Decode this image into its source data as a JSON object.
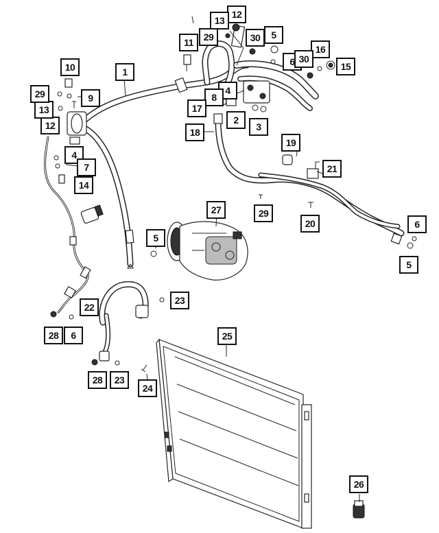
{
  "diagram": {
    "callouts": [
      {
        "id": "c1",
        "label": "1"
      },
      {
        "id": "c2",
        "label": "2"
      },
      {
        "id": "c3",
        "label": "3"
      },
      {
        "id": "c4a",
        "label": "4"
      },
      {
        "id": "c4b",
        "label": "4"
      },
      {
        "id": "c5a",
        "label": "5"
      },
      {
        "id": "c5b",
        "label": "5"
      },
      {
        "id": "c5c",
        "label": "5"
      },
      {
        "id": "c6a",
        "label": "6"
      },
      {
        "id": "c6b",
        "label": "6"
      },
      {
        "id": "c6c",
        "label": "6"
      },
      {
        "id": "c7",
        "label": "7"
      },
      {
        "id": "c8",
        "label": "8"
      },
      {
        "id": "c9",
        "label": "9"
      },
      {
        "id": "c10",
        "label": "10"
      },
      {
        "id": "c11",
        "label": "11"
      },
      {
        "id": "c12a",
        "label": "12"
      },
      {
        "id": "c12b",
        "label": "12"
      },
      {
        "id": "c13a",
        "label": "13"
      },
      {
        "id": "c13b",
        "label": "13"
      },
      {
        "id": "c14",
        "label": "14"
      },
      {
        "id": "c15",
        "label": "15"
      },
      {
        "id": "c16",
        "label": "16"
      },
      {
        "id": "c17",
        "label": "17"
      },
      {
        "id": "c18",
        "label": "18"
      },
      {
        "id": "c19",
        "label": "19"
      },
      {
        "id": "c20",
        "label": "20"
      },
      {
        "id": "c21",
        "label": "21"
      },
      {
        "id": "c22",
        "label": "22"
      },
      {
        "id": "c23a",
        "label": "23"
      },
      {
        "id": "c23b",
        "label": "23"
      },
      {
        "id": "c24",
        "label": "24"
      },
      {
        "id": "c25",
        "label": "25"
      },
      {
        "id": "c26",
        "label": "26"
      },
      {
        "id": "c27",
        "label": "27"
      },
      {
        "id": "c28a",
        "label": "28"
      },
      {
        "id": "c28b",
        "label": "28"
      },
      {
        "id": "c29a",
        "label": "29"
      },
      {
        "id": "c29b",
        "label": "29"
      },
      {
        "id": "c29c",
        "label": "29"
      },
      {
        "id": "c30a",
        "label": "30"
      },
      {
        "id": "c30b",
        "label": "30"
      }
    ]
  }
}
